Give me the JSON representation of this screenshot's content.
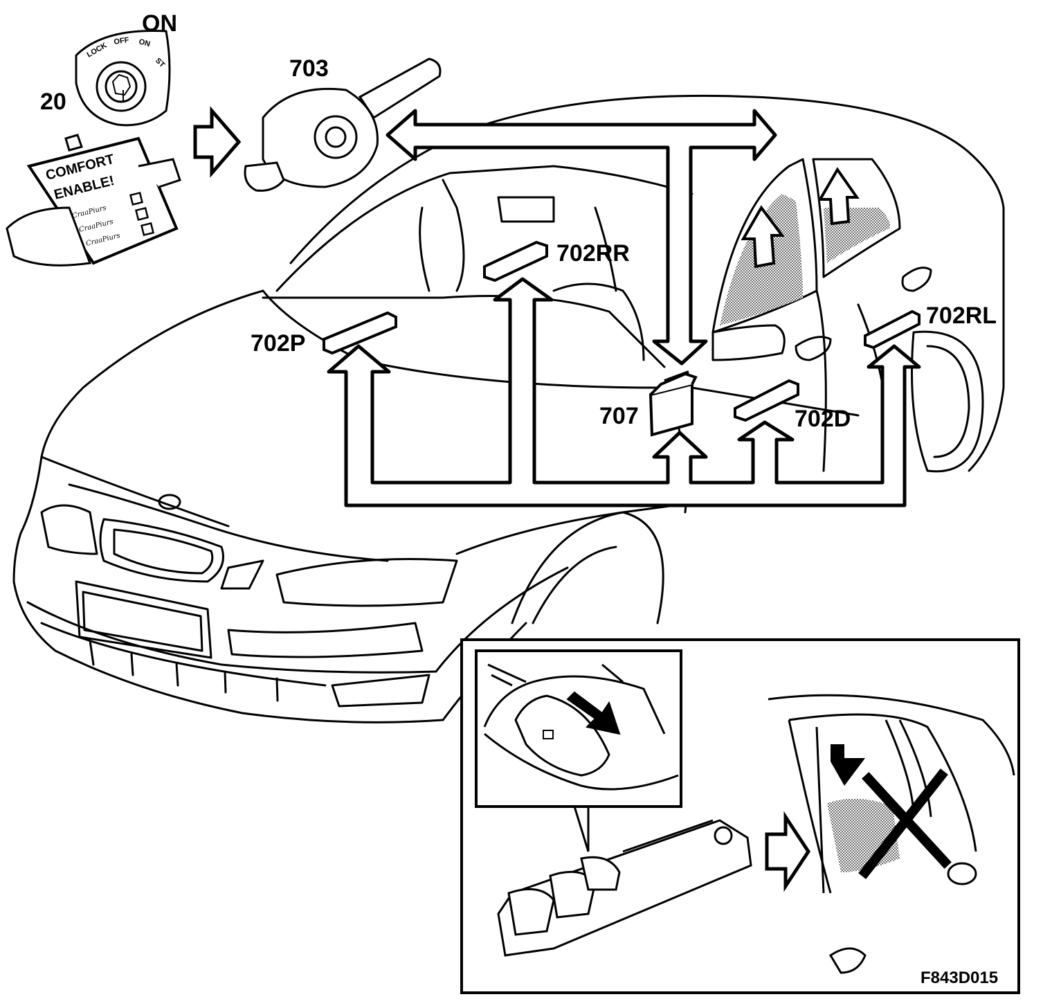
{
  "ignition": {
    "number": "20",
    "on": "ON",
    "positions": [
      "LOCK",
      "OFF",
      "ON",
      "ST"
    ]
  },
  "stalk": {
    "number": "703"
  },
  "card": {
    "line1": "COMFORT",
    "line2": "ENABLE!",
    "scribble": "CraaPiurs"
  },
  "modules": {
    "rr": "702RR",
    "p": "702P",
    "rl": "702RL",
    "d": "702D",
    "central": "707"
  },
  "figure_id": "F843D015",
  "colors": {
    "ink": "#000000",
    "paper": "#ffffff",
    "shade": "#9a9a9a"
  }
}
